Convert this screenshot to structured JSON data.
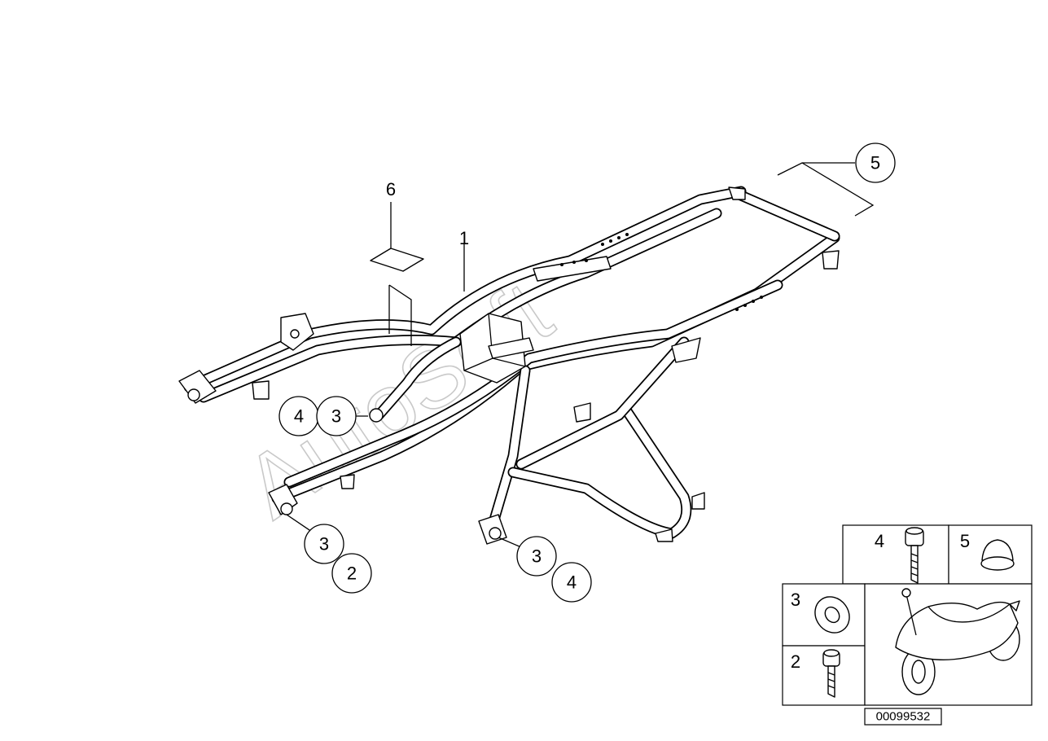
{
  "diagram": {
    "watermark": "AutoSoft",
    "reference_number": "00099532",
    "part_labels": {
      "frame": "1",
      "label_plate": "6",
      "cap": "5",
      "bushing_upper": "3",
      "bolt_upper": "4",
      "bushing_front_left": "3",
      "screw_front_left": "2",
      "bushing_front_right": "3",
      "bolt_front_right": "4"
    },
    "legend": {
      "bolt": "4",
      "cap": "5",
      "washer": "3",
      "screw": "2"
    }
  }
}
